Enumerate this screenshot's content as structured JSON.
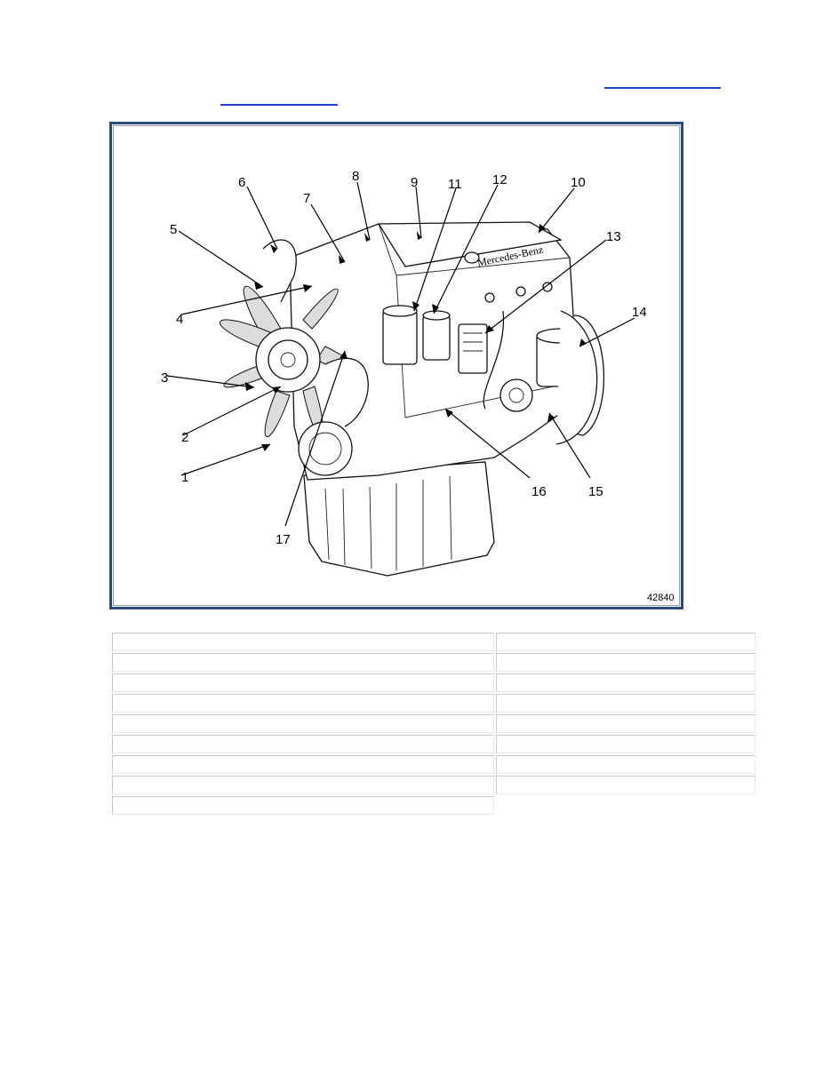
{
  "figure": {
    "number": "42840",
    "brand_text": "Mercedes-Benz",
    "callouts": [
      "1",
      "2",
      "3",
      "4",
      "5",
      "6",
      "7",
      "8",
      "9",
      "10",
      "11",
      "12",
      "13",
      "14",
      "15",
      "16",
      "17"
    ]
  },
  "legend_table": {
    "rows": [
      [
        "",
        ""
      ],
      [
        "",
        ""
      ],
      [
        "",
        ""
      ],
      [
        "",
        ""
      ],
      [
        "",
        ""
      ],
      [
        "",
        ""
      ],
      [
        "",
        ""
      ],
      [
        "",
        ""
      ],
      [
        ""
      ]
    ]
  },
  "colors": {
    "link": "#1f3fd1",
    "frame": "#2b4a7c"
  }
}
